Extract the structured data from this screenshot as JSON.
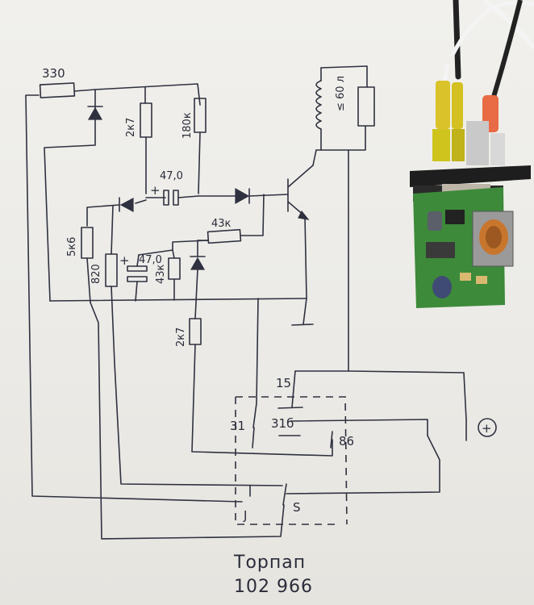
{
  "labels": {
    "r_330": "330",
    "r_2k7_top": "2к7",
    "r_180k": "180к",
    "coil": "≤ 60 л",
    "cap_47_top": "47,0",
    "r_43k_h": "43к",
    "r_5k6": "5к6",
    "r_820": "820",
    "cap_47_low": "47,0",
    "r_43k_v": "43к",
    "r_2k7_low": "2к7",
    "plus_top": "+",
    "plus_low": "+",
    "pin_15": "15",
    "pin_31": "31",
    "pin_31b": "31б",
    "pin_86": "86",
    "pin_j": "J",
    "pin_s": "S",
    "battery_plus": "+"
  },
  "caption": {
    "line1": "Торпап",
    "line2": "102 966"
  },
  "colors": {
    "ink": "#2f3140",
    "paper": "#eceae6",
    "pcb": "#3d8a3a",
    "copper": "#c8762e",
    "housing": "#1e1e1e",
    "wire_yellow": "#e6cf2a",
    "wire_red": "#e05a3a"
  }
}
